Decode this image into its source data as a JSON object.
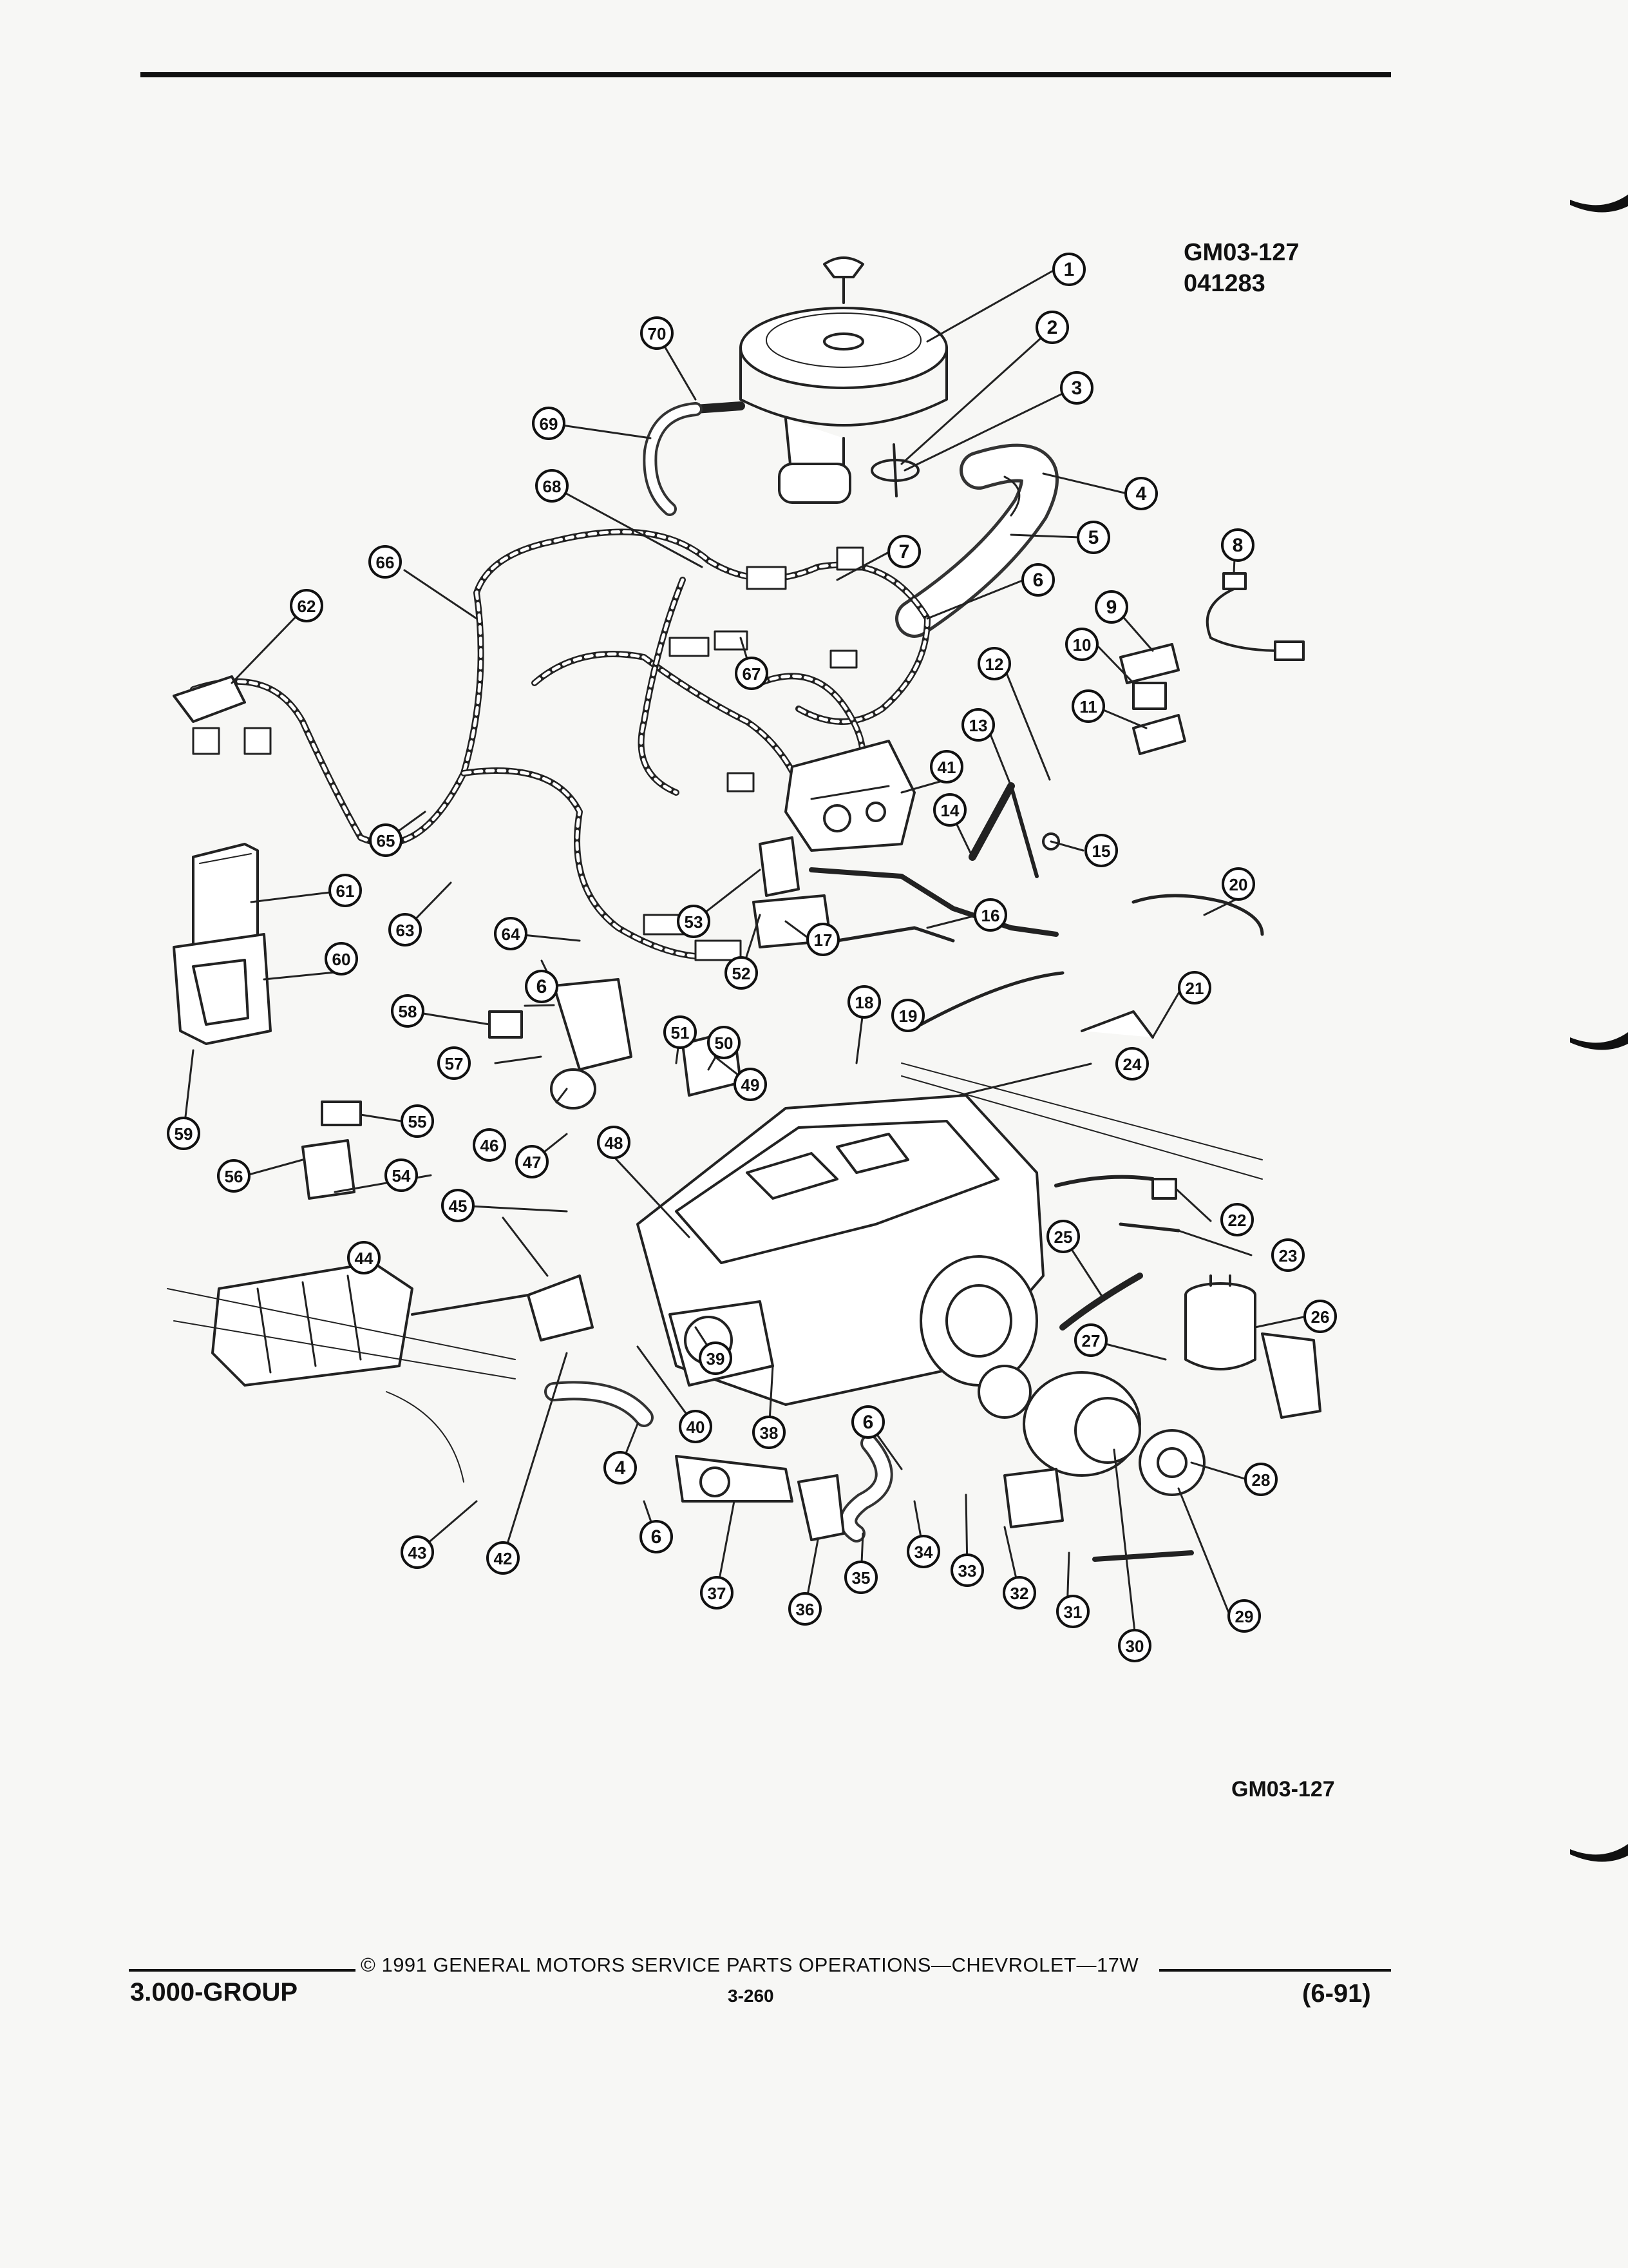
{
  "header": {
    "figure_code": "GM03-127",
    "figure_number": "041283"
  },
  "figure_code_bottom": "GM03-127",
  "callouts": [
    "1",
    "2",
    "3",
    "4",
    "5",
    "6",
    "7",
    "8",
    "9",
    "10",
    "11",
    "12",
    "13",
    "14",
    "15",
    "16",
    "17",
    "18",
    "19",
    "20",
    "21",
    "22",
    "23",
    "24",
    "25",
    "26",
    "27",
    "28",
    "29",
    "30",
    "31",
    "32",
    "33",
    "34",
    "35",
    "36",
    "37",
    "38",
    "39",
    "40",
    "41",
    "42",
    "43",
    "44",
    "45",
    "46",
    "47",
    "48",
    "49",
    "50",
    "51",
    "52",
    "53",
    "54",
    "55",
    "56",
    "57",
    "58",
    "59",
    "60",
    "61",
    "62",
    "63",
    "64",
    "65",
    "66",
    "67",
    "68",
    "69",
    "70",
    "4",
    "6",
    "6",
    "6"
  ],
  "footer": {
    "copyright": "© 1991 GENERAL MOTORS SERVICE PARTS OPERATIONS—CHEVROLET—17W",
    "group": "3.000-GROUP",
    "page": "3-260",
    "date": "(6-91)"
  }
}
